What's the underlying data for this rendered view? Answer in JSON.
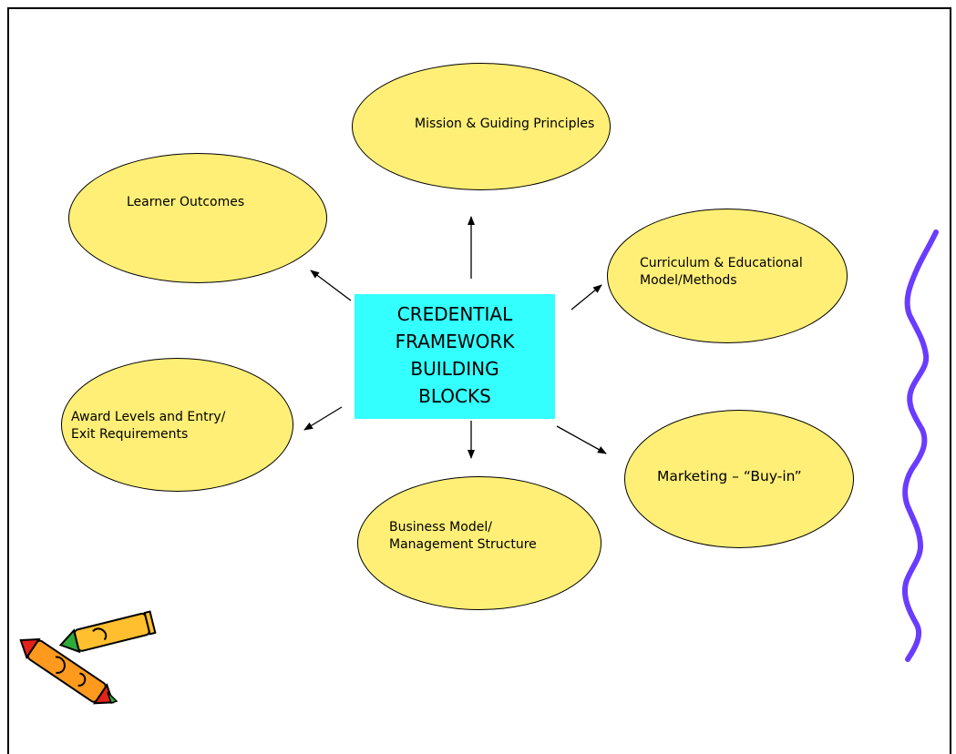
{
  "diagram": {
    "center": {
      "lines": [
        "CREDENTIAL",
        "FRAMEWORK",
        "BUILDING",
        "BLOCKS"
      ]
    },
    "nodes": {
      "mission": {
        "lines": [
          "Mission & Guiding Principles"
        ]
      },
      "learner": {
        "lines": [
          "Learner Outcomes"
        ]
      },
      "curriculum": {
        "lines": [
          "Curriculum & Educational",
          "Model/Methods"
        ]
      },
      "award": {
        "lines": [
          "Award Levels and Entry/",
          "Exit Requirements"
        ]
      },
      "marketing": {
        "lines": [
          "Marketing – “Buy-in”"
        ]
      },
      "business": {
        "lines": [
          "Business Model/",
          "Management Structure"
        ]
      }
    },
    "colors": {
      "ellipse_fill": "#ffef77",
      "center_fill": "#33ffff",
      "wave_stroke": "#6a3cff"
    },
    "decorations": [
      "crayons-clipart",
      "wavy-line"
    ]
  }
}
